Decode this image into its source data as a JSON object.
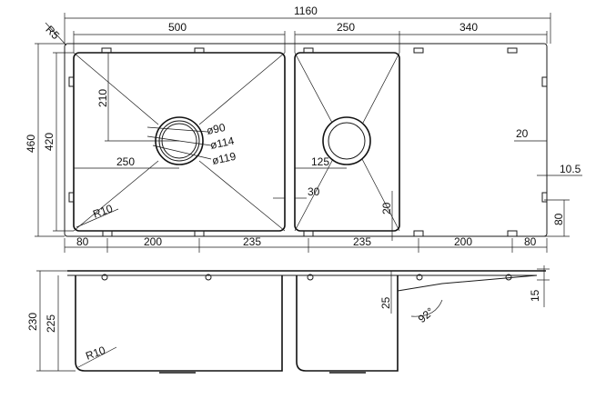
{
  "drawing": {
    "top_view": {
      "overall_width": "1160",
      "corner_radius_outer": "R5",
      "bowl_large_width": "500",
      "bowl_small_width": "250",
      "drainer_width": "340",
      "overall_depth": "460",
      "bowl_depth": "420",
      "drain_offset_y": "210",
      "drain_offset_x": "250",
      "drain_dia_90": "ø90",
      "drain_dia_114": "ø114",
      "drain_dia_119": "ø119",
      "small_drain_offset": "125",
      "bowl_gap": "30",
      "bowl_corner_radius": "R10",
      "drainer_edge_20": "20",
      "drainer_side_105": "10.5",
      "drainer_height_80": "80",
      "drainer_vertical_20": "20",
      "bottom_dims": [
        "80",
        "200",
        "235",
        "235",
        "200",
        "80"
      ]
    },
    "side_view": {
      "overall_height": "230",
      "bowl_height": "225",
      "bowl_corner_radius": "R10",
      "drainer_drop": "25",
      "drainer_angle": "92°",
      "drainer_thickness": "15"
    }
  }
}
